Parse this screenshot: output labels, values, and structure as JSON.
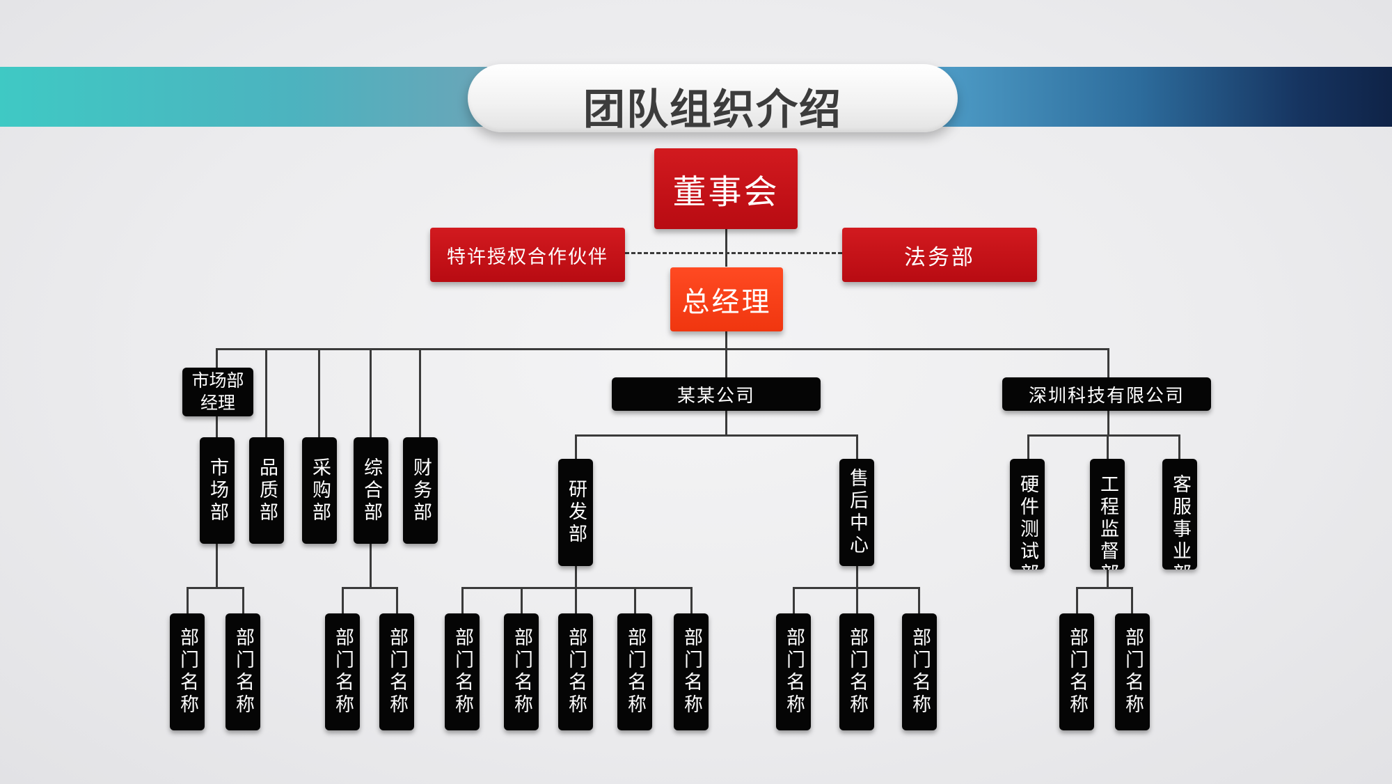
{
  "title": "团队组织介绍",
  "board": "董事会",
  "partner": "特许授权合作伙伴",
  "legal": "法务部",
  "gm": "总经理",
  "market_manager": "市场部\n经理",
  "company_a": "某某公司",
  "company_b": "深圳科技有限公司",
  "departments": {
    "market": "市场部",
    "quality": "品质部",
    "purchase": "采购部",
    "general": "综合部",
    "finance": "财务部",
    "rd": "研发部",
    "after_sales": "售后中心",
    "hardware_test": "硬件测试部",
    "engineering": "工程监督部",
    "customer_service": "客服事业部"
  },
  "unit_label": "部门名称",
  "colors": {
    "red": "#c8121a",
    "orange": "#f53d14",
    "black": "#050505",
    "teal": "#3fc9c4",
    "navy": "#163460"
  }
}
